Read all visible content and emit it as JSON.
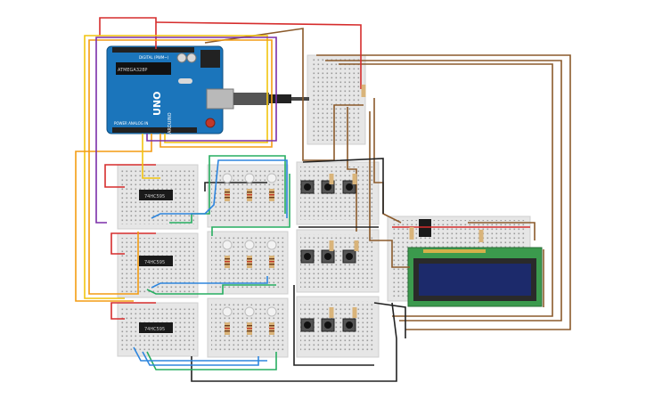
{
  "arduino": {
    "model_label": "UNO",
    "brand_label": "ARDUINO",
    "header_label_top": "DIGITAL (PWM~)",
    "header_label_bottom": "POWER   ANALOG IN",
    "chip_label": "ATMEGA328P"
  },
  "shift_registers": [
    {
      "label": "74HC595"
    },
    {
      "label": "74HC595"
    },
    {
      "label": "74HC595"
    }
  ],
  "lcd": {
    "rows": 2,
    "cols": 16
  },
  "colors": {
    "breadboard": "#e6e6e6",
    "arduino_board": "#1b75bb",
    "wire_brown": "#8b5a2b",
    "wire_orange": "#f39c12",
    "wire_yellow": "#f1c40f",
    "wire_red": "#d62d2d",
    "wire_purple": "#7b2fa8",
    "wire_black": "#222222",
    "wire_green": "#27ae60",
    "wire_blue": "#2e86de",
    "lcd_green": "#3b9a4d",
    "lcd_screen": "#1c2a6b"
  }
}
